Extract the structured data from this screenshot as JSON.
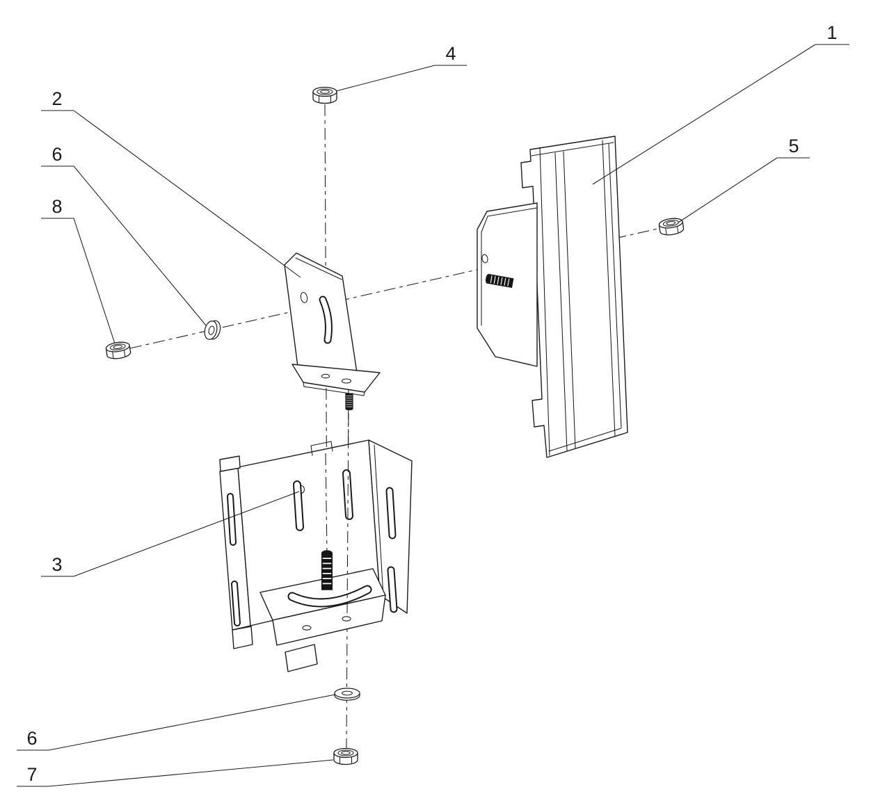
{
  "diagram": {
    "background": "#ffffff",
    "line_color": "#1a1a1a",
    "fastener_fill": "#141414"
  },
  "callouts": [
    {
      "text": "1"
    },
    {
      "text": "4"
    },
    {
      "text": "2"
    },
    {
      "text": "6"
    },
    {
      "text": "8"
    },
    {
      "text": "5"
    },
    {
      "text": "3"
    },
    {
      "text": "6"
    },
    {
      "text": "7"
    }
  ]
}
